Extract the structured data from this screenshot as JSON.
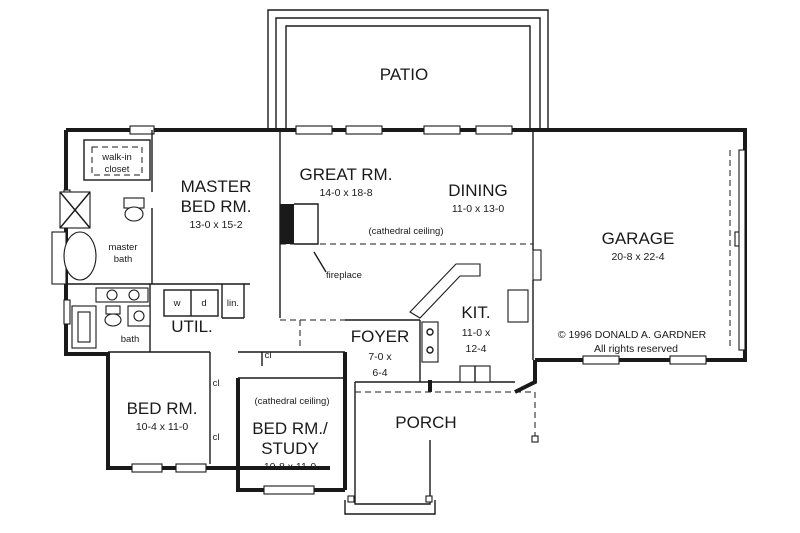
{
  "rooms": {
    "patio": "PATIO",
    "great_room": {
      "name": "GREAT RM.",
      "dims": "14-0 x 18-8"
    },
    "dining": {
      "name": "DINING",
      "dims": "11-0 x 13-0"
    },
    "cathedral_ceiling_great": "(cathedral ceiling)",
    "fireplace": "fireplace",
    "master_bed": {
      "name_line1": "MASTER",
      "name_line2": "BED RM.",
      "dims": "13-0 x 15-2"
    },
    "walk_in_closet": {
      "line1": "walk-in",
      "line2": "closet"
    },
    "master_bath": {
      "line1": "master",
      "line2": "bath"
    },
    "util": "UTIL.",
    "washer": "w",
    "dryer": "d",
    "linen": "lin.",
    "bath": "bath",
    "closet_label": "cl",
    "bed_room": {
      "name": "BED RM.",
      "dims": "10-4 x 11-0"
    },
    "bed_study": {
      "name_line1": "BED RM./",
      "name_line2": "STUDY",
      "dims": "10-8 x 11-0"
    },
    "cathedral_ceiling_study": "(cathedral ceiling)",
    "foyer": {
      "name": "FOYER",
      "dims_line1": "7-0 x",
      "dims_line2": "6-4"
    },
    "kitchen": {
      "name": "KIT.",
      "dims_line1": "11-0 x",
      "dims_line2": "12-4"
    },
    "porch": "PORCH",
    "garage": {
      "name": "GARAGE",
      "dims": "20-8 x 22-4"
    }
  },
  "copyright": {
    "line1": "© 1996 DONALD A. GARDNER",
    "line2": "All rights reserved"
  }
}
